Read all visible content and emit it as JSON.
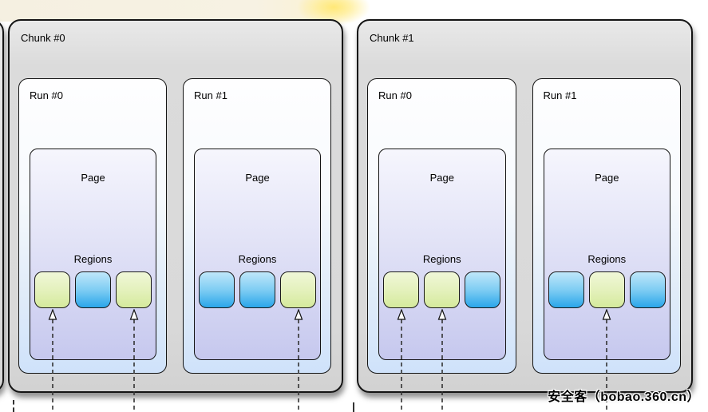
{
  "chunks": [
    {
      "label": "Chunk #0",
      "runs": [
        {
          "label": "Run #0",
          "page_label": "Page",
          "regions_label": "Regions",
          "regions": [
            "green",
            "blue",
            "green"
          ],
          "arrow_target_indices": [
            0,
            2
          ]
        },
        {
          "label": "Run #1",
          "page_label": "Page",
          "regions_label": "Regions",
          "regions": [
            "blue",
            "blue",
            "green"
          ],
          "arrow_target_indices": [
            2
          ]
        }
      ]
    },
    {
      "label": "Chunk #1",
      "runs": [
        {
          "label": "Run #0",
          "page_label": "Page",
          "regions_label": "Regions",
          "regions": [
            "green",
            "green",
            "blue"
          ],
          "arrow_target_indices": [
            0,
            1
          ]
        },
        {
          "label": "Run #1",
          "page_label": "Page",
          "regions_label": "Regions",
          "regions": [
            "blue",
            "green",
            "blue"
          ],
          "arrow_target_indices": [
            1
          ]
        }
      ]
    }
  ],
  "colors": {
    "region_green_top": "#f0f7d8",
    "region_green_bottom": "#d5ea9c",
    "region_blue_top": "#bfe7fa",
    "region_blue_bottom": "#2aa6ea",
    "chunk_fill": "#d9d9d9",
    "run_fill_bottom": "#cfe2fa",
    "page_fill_bottom": "#c6c8ee",
    "border": "#141414"
  },
  "watermark": "安全客（bobao.360.cn）"
}
